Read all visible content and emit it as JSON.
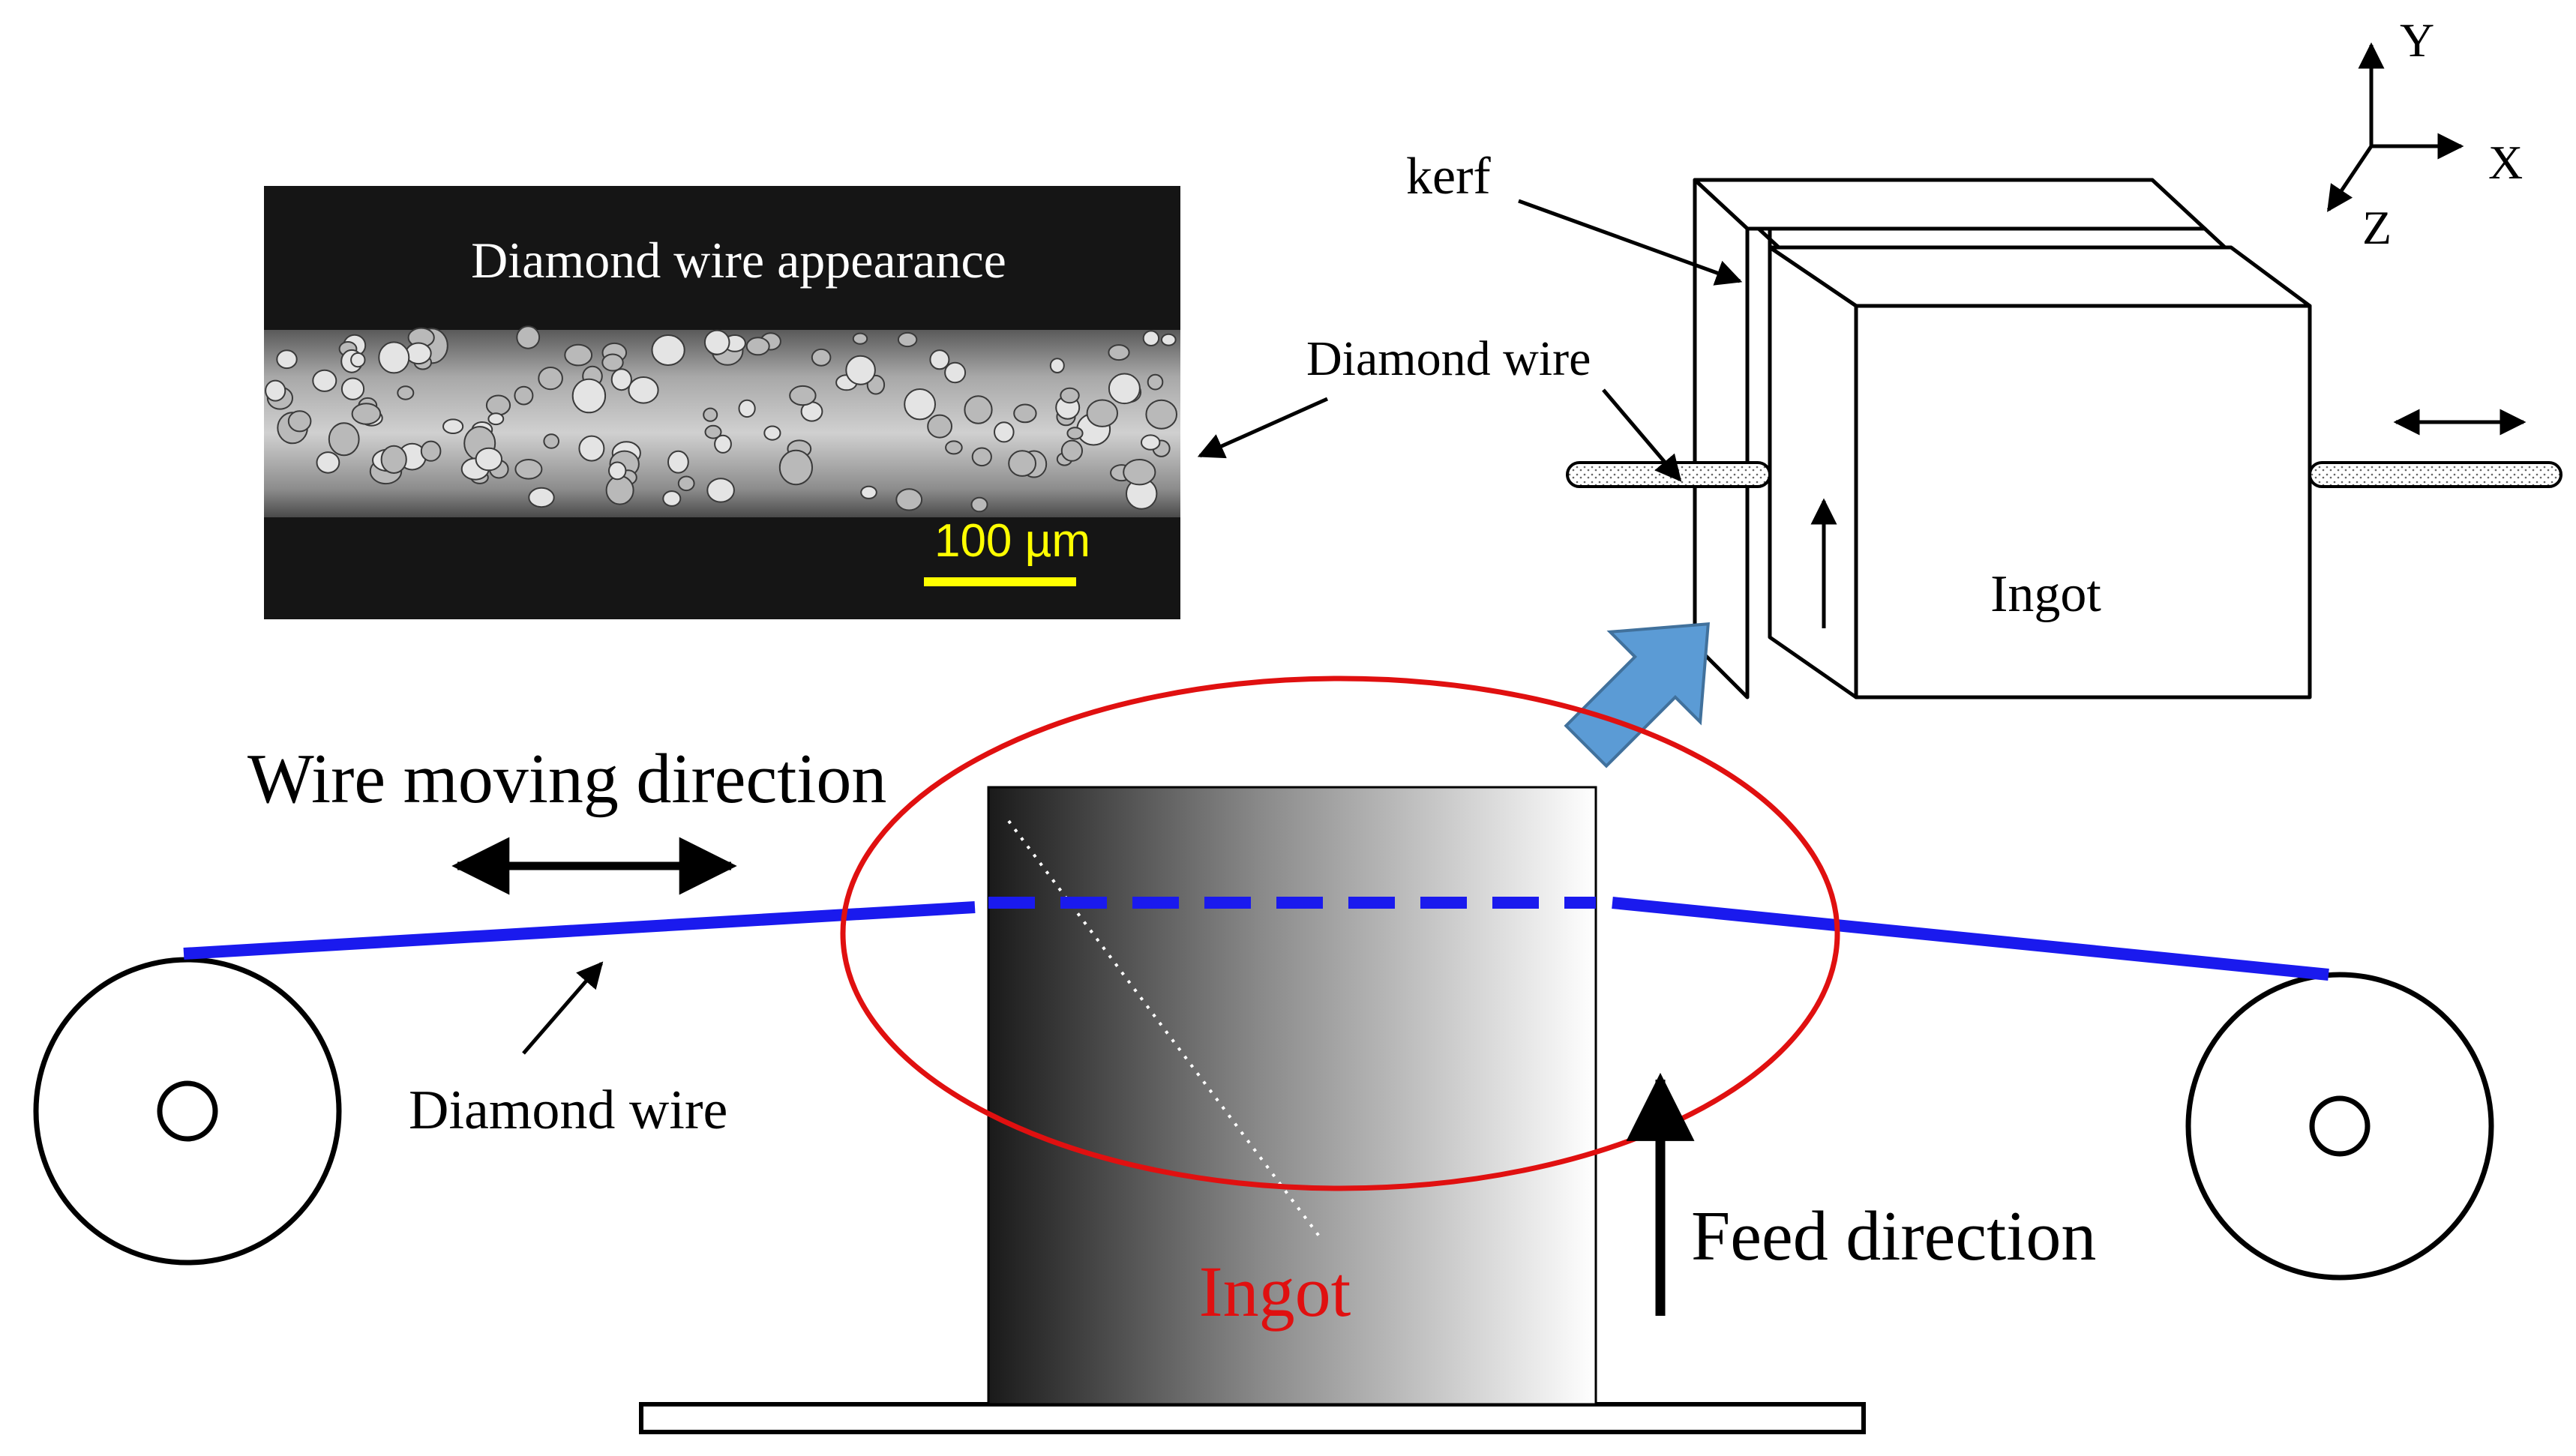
{
  "micrograph": {
    "title": "Diamond wire appearance",
    "scale_bar": "100 µm"
  },
  "inset": {
    "kerf": "kerf",
    "diamond_wire": "Diamond wire",
    "ingot": "Ingot",
    "axes": {
      "y": "Y",
      "x": "X",
      "z": "Z"
    }
  },
  "main": {
    "wire_moving_direction": "Wire moving direction",
    "diamond_wire": "Diamond wire",
    "ingot": "Ingot",
    "feed_direction": "Feed direction"
  },
  "colors": {
    "wire": "#1a1aee",
    "highlight_ellipse": "#e01010",
    "ingot_label": "#e01010",
    "scale_bar": "#ffff00",
    "pointer_arrow": "#5b9bd5"
  }
}
